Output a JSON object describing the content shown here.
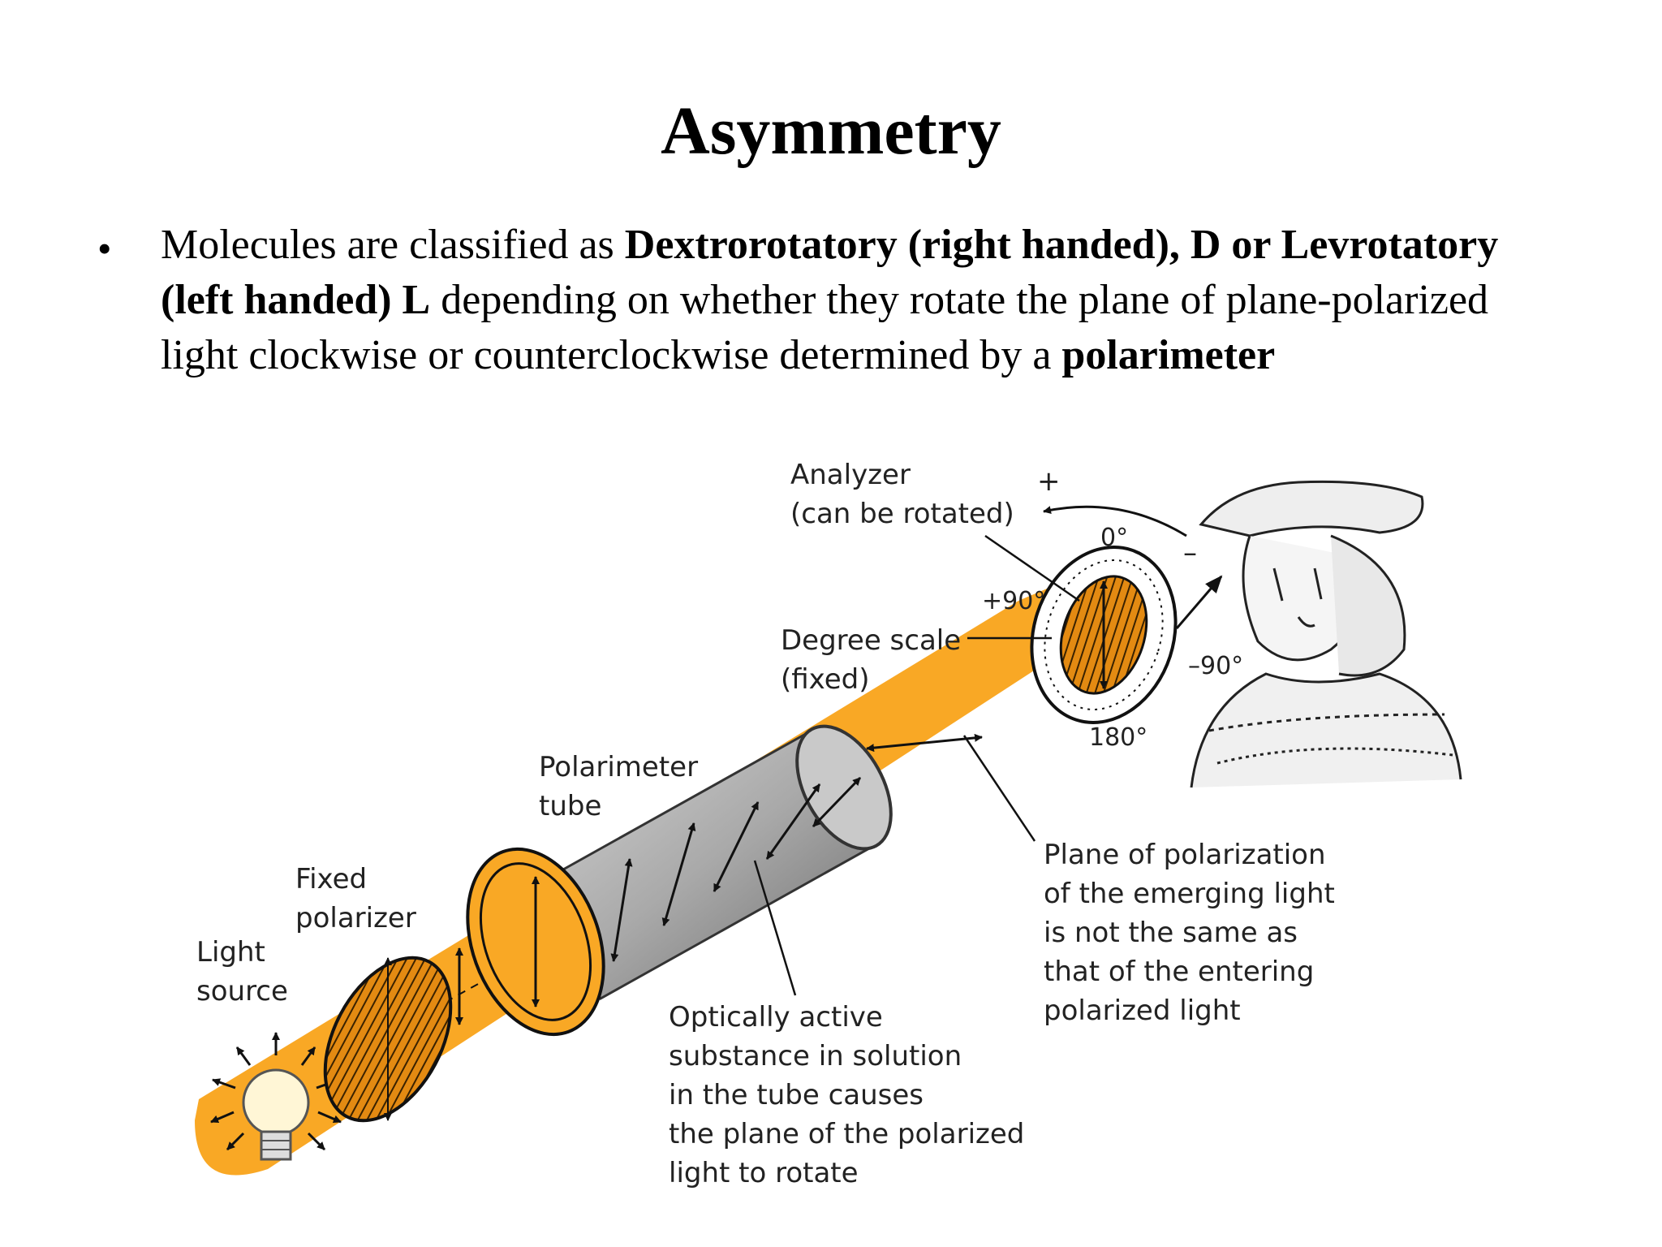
{
  "slide": {
    "title": "Asymmetry",
    "bullet": {
      "t1": "Molecules are classified as ",
      "b1": "Dextrorotatory (right handed), D or Levrotatory (left handed) L",
      "t2": " depending on whether they rotate the plane of plane-polarized light clockwise or counterclockwise determined by a ",
      "b2": "polarimeter"
    }
  },
  "diagram": {
    "labels": {
      "analyzer_1": "Analyzer",
      "analyzer_2": "(can be rotated)",
      "plus": "+",
      "minus": "–",
      "zero_deg": "0°",
      "plus90": "+90°",
      "minus90": "–90°",
      "deg180": "180°",
      "degree_scale_1": "Degree scale",
      "degree_scale_2": "(fixed)",
      "tube_1": "Polarimeter",
      "tube_2": "tube",
      "fixed_1": "Fixed",
      "fixed_2": "polarizer",
      "light_1": "Light",
      "light_2": "source",
      "optical_1": "Optically active",
      "optical_2": "substance in solution",
      "optical_3": "in the tube causes",
      "optical_4": "the plane of the polarized",
      "optical_5": "light to rotate",
      "plane_1": "Plane of polarization",
      "plane_2": "of the emerging light",
      "plane_3": "is not the same as",
      "plane_4": "that of the entering",
      "plane_5": "polarized light"
    },
    "colors": {
      "beam": "#F9A825",
      "tube": "#A9A9A9",
      "line": "#111111"
    }
  }
}
